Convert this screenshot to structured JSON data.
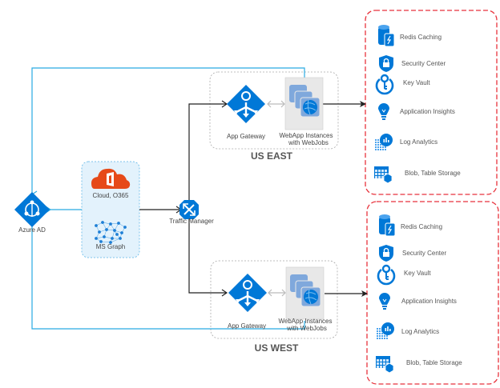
{
  "diagram": {
    "title": "",
    "nodes": {
      "azure_ad": "Azure AD",
      "cloud_o365": "Cloud, O365",
      "ms_graph": "MS Graph",
      "traffic_manager": "Traffic Manager"
    },
    "regions": [
      {
        "name": "US EAST",
        "app_gateway": "App Gateway",
        "webapp_line1": "WebApp Instances",
        "webapp_line2": "with WebJobs",
        "services": [
          {
            "label": "Redis Caching",
            "icon": "redis-cache-icon"
          },
          {
            "label": "Security Center",
            "icon": "security-center-icon"
          },
          {
            "label": "Key Vault",
            "icon": "key-vault-icon"
          },
          {
            "label": "Application Insights",
            "icon": "app-insights-icon"
          },
          {
            "label": "Log Analytics",
            "icon": "log-analytics-icon"
          },
          {
            "label": "Blob, Table Storage",
            "icon": "storage-icon"
          }
        ]
      },
      {
        "name": "US WEST",
        "app_gateway": "App Gateway",
        "webapp_line1": "WebApp Instances",
        "webapp_line2": "with WebJobs",
        "services": [
          {
            "label": "Redis Caching",
            "icon": "redis-cache-icon"
          },
          {
            "label": "Security Center",
            "icon": "security-center-icon"
          },
          {
            "label": "Key Vault",
            "icon": "key-vault-icon"
          },
          {
            "label": "Application Insights",
            "icon": "app-insights-icon"
          },
          {
            "label": "Log Analytics",
            "icon": "log-analytics-icon"
          },
          {
            "label": "Blob, Table Storage",
            "icon": "storage-icon"
          }
        ]
      }
    ],
    "colors": {
      "azure_blue": "#0078d7",
      "link_cyan": "#29abe2",
      "office_red": "#e64a19",
      "red_dash": "#e8323c",
      "gray_dash": "#aaaaaa",
      "flow_black": "#222222"
    }
  }
}
